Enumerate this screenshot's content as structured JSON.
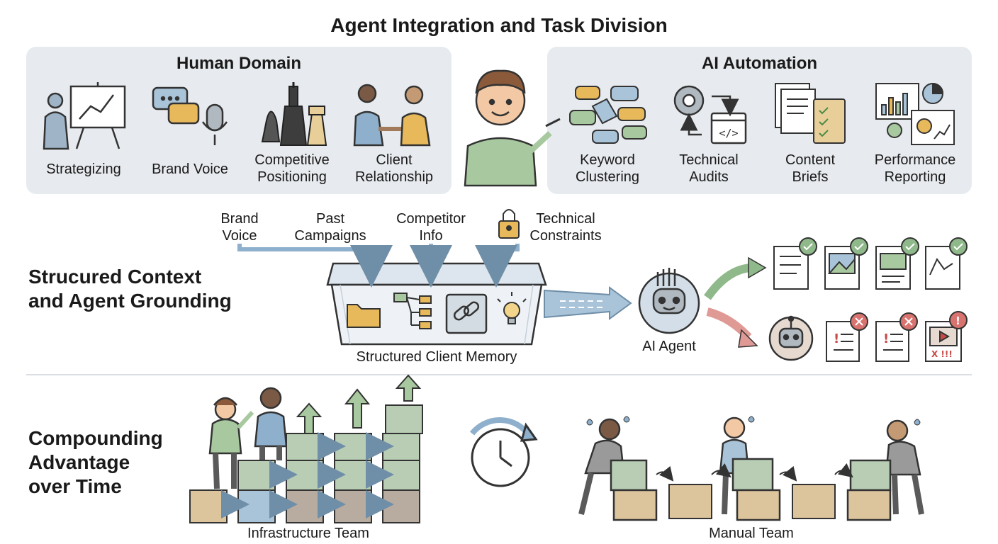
{
  "title": "Agent Integration and Task Division",
  "human_domain": {
    "heading": "Human Domain",
    "items": [
      {
        "line1": "Strategizing",
        "line2": "",
        "icon": "presentation-icon"
      },
      {
        "line1": "Brand Voice",
        "line2": "",
        "icon": "speech-microphone-icon"
      },
      {
        "line1": "Competitive",
        "line2": "Positioning",
        "icon": "chess-icon"
      },
      {
        "line1": "Client",
        "line2": "Relationship",
        "icon": "handshake-icon"
      }
    ]
  },
  "ai_automation": {
    "heading": "AI Automation",
    "items": [
      {
        "line1": "Keyword",
        "line2": "Clustering",
        "icon": "keyword-bubbles-icon"
      },
      {
        "line1": "Technical",
        "line2": "Audits",
        "icon": "gear-code-icon"
      },
      {
        "line1": "Content",
        "line2": "Briefs",
        "icon": "documents-checklist-icon"
      },
      {
        "line1": "Performance",
        "line2": "Reporting",
        "icon": "dashboard-charts-icon"
      }
    ]
  },
  "context_section": {
    "heading_line1": "Strucured Context",
    "heading_line2": "and Agent Grounding",
    "inputs": [
      {
        "line1": "Brand",
        "line2": "Voice"
      },
      {
        "line1": "Past",
        "line2": "Campaigns"
      },
      {
        "line1": "Competitor",
        "line2": "Info"
      },
      {
        "line1": "Technical",
        "line2": "Constraints"
      }
    ],
    "memory_label": "Structured Client Memory",
    "agent_label": "AI Agent",
    "success_outputs": [
      "document-check-icon",
      "image-check-icon",
      "image-doc-check-icon",
      "chart-doc-check-icon"
    ],
    "failure_outputs": [
      "document-error-icon",
      "document-error-icon",
      "video-error-icon"
    ]
  },
  "compounding_section": {
    "heading_line1": "Compounding",
    "heading_line2": "Advantage",
    "heading_line3": "over Time",
    "infra_label": "Infrastructure Team",
    "manual_label": "Manual Team"
  },
  "colors": {
    "panel": "#e7eaee",
    "green_block": "#b8cdb4",
    "blue_block": "#a9c4d9",
    "tan_block": "#dcc49c",
    "success": "#8fb98a",
    "error": "#d9736f",
    "arrow_blue": "#8fb0cc"
  }
}
